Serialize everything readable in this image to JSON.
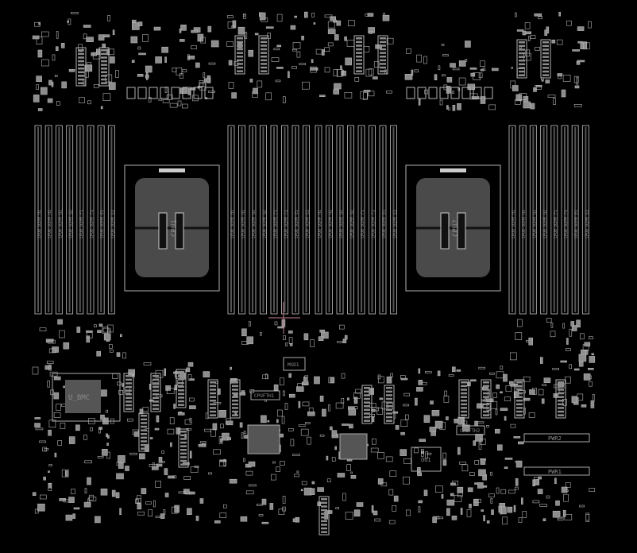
{
  "view": {
    "background": "#000000",
    "outline_color": "#b4b4b4",
    "pad_color": "#8c8c8c",
    "cursor_color": "#c08090"
  },
  "cpus": [
    {
      "ref": "CPU1",
      "dimm_labels": [
        "CPU0_DIMM_H1",
        "CPU0_DIMM_H2",
        "CPU0_DIMM_G1",
        "CPU0_DIMM_G2",
        "CPU0_DIMM_F1",
        "CPU0_DIMM_F2",
        "CPU0_DIMM_E1",
        "CPU0_DIMM_E2"
      ]
    },
    {
      "ref": "CPU2"
    }
  ],
  "labels": {
    "msd": "MSD1",
    "cpufth1": "CPUFTH1",
    "cpufth2": "CPUFTH2",
    "pwr2": "PWR2",
    "pwr1": "PWR1",
    "ou1": "OU1",
    "bmc": "U_BMC"
  }
}
